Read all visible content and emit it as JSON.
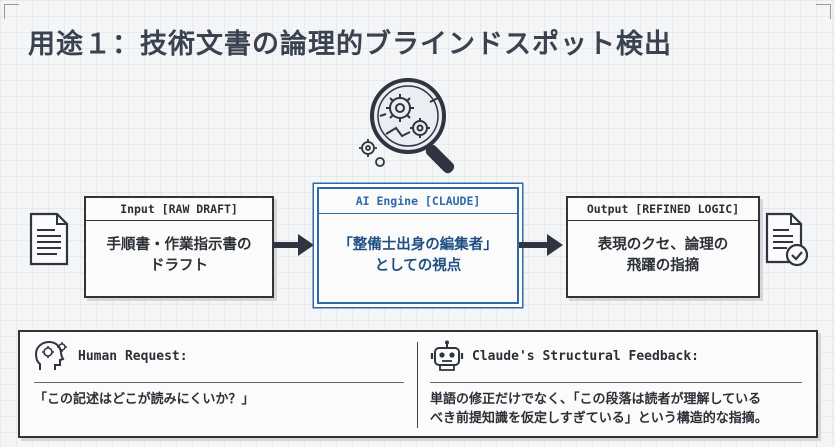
{
  "title": "用途１：技術文書の論理的ブラインドスポット検出",
  "flow": {
    "input": {
      "header": "Input [RAW DRAFT]",
      "line1": "手順書・作業指示書の",
      "line2": "ドラフト"
    },
    "ai": {
      "header": "AI Engine [CLAUDE]",
      "line1": "「整備士出身の編集者」",
      "line2": "としての視点"
    },
    "output": {
      "header": "Output [REFINED LOGIC]",
      "line1": "表現のクセ、論理の",
      "line2": "飛躍の指摘"
    }
  },
  "human": {
    "label": "Human Request:",
    "text": "「この記述はどこが読みにくいか？」"
  },
  "claude": {
    "label": "Claude's Structural Feedback:",
    "line1": "単語の修正だけでなく、「この段落は読者が理解している",
    "line2": "べき前提知識を仮定しすぎている」という構造的な指摘。"
  },
  "icons": [
    "magnifier-gears-icon",
    "document-icon",
    "document-check-icon",
    "head-gears-icon",
    "robot-icon",
    "arrow-right-icon"
  ],
  "colors": {
    "accent": "#2e6aa8",
    "ink": "#2f3440"
  }
}
